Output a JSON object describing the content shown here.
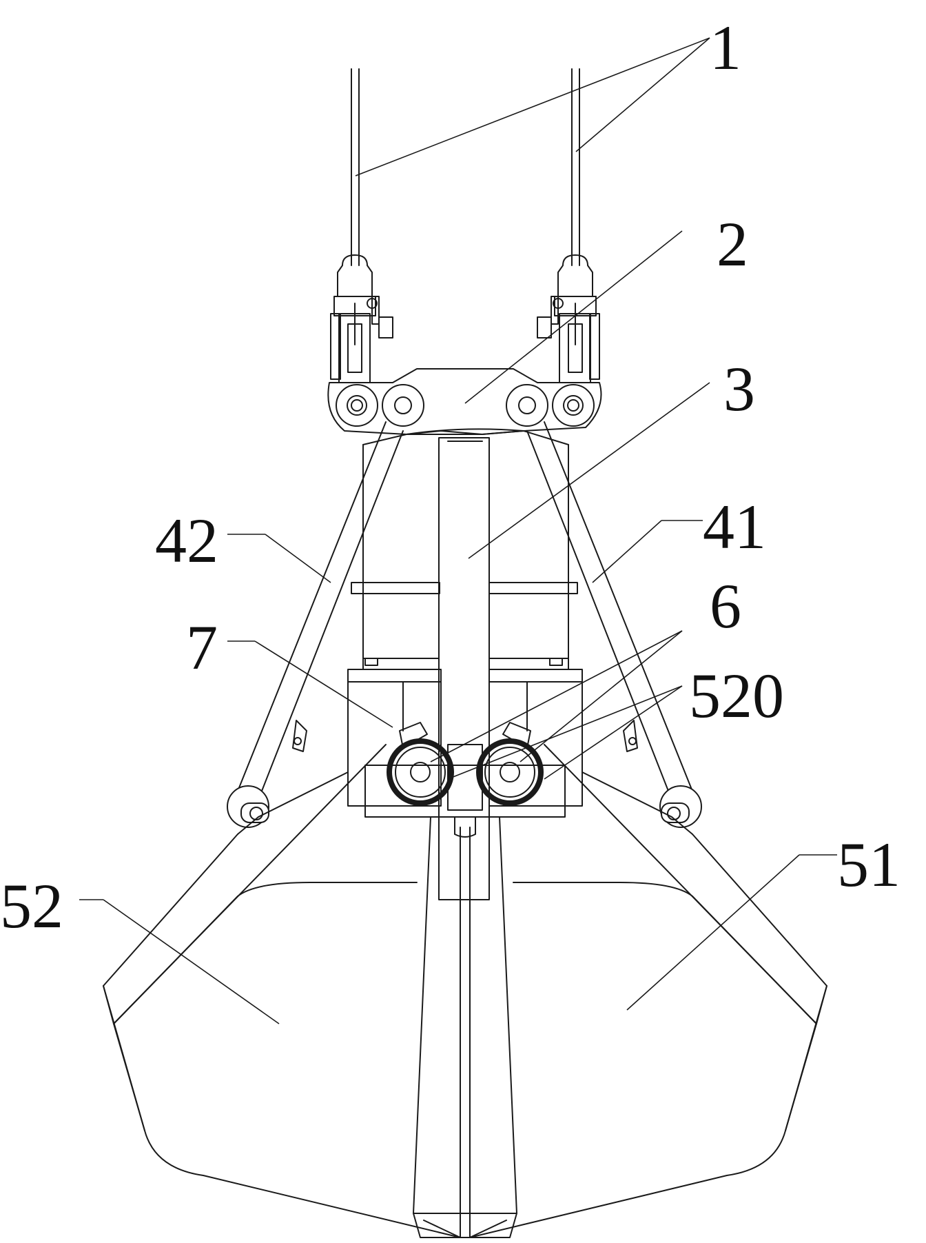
{
  "labels": {
    "l1": "1",
    "l2": "2",
    "l3": "3",
    "l41": "41",
    "l42": "42",
    "l6": "6",
    "l520": "520",
    "l7": "7",
    "l51": "51",
    "l52": "52"
  },
  "colors": {
    "line": "#1a1a1a",
    "background": "#ffffff"
  }
}
